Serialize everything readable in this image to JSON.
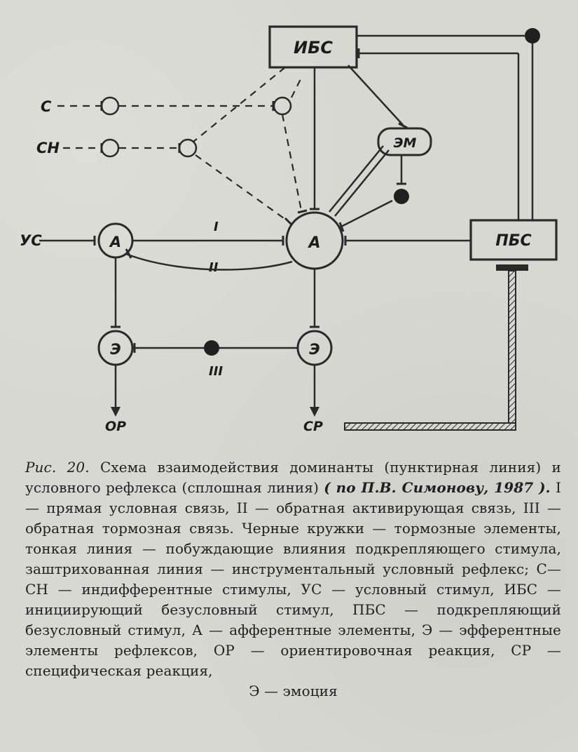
{
  "diagram": {
    "nodes": {
      "ibs": "ИБС",
      "em": "ЭМ",
      "pbs": "ПБС",
      "a_left": "А",
      "a_center": "А",
      "e_left": "Э",
      "e_right": "Э",
      "s": "С",
      "sn": "СН",
      "us": "УС",
      "or": "ОР",
      "sr": "СР"
    },
    "links": {
      "i": "I",
      "ii": "II",
      "iii": "III"
    }
  },
  "caption": {
    "figure": "Рис. 20.",
    "part1": " Схема взаимодействия доминанты (пунктирная линия) и условного рефлекса (сплошная линия) ",
    "ref": "( по П.В. Симонову, 1987 ).",
    "part2": " I — прямая условная связь, II — обратная активирующая связь, III — обратная тормозная связь. Черные кружки — тормозные элементы, тонкая линия — побуждающие влияния подкрепляющего стимула, заштрихованная линия — инструментальный условный рефлекс; С—СН — индифферентные стимулы, УС — условный стимул, ИБС — инициирующий безусловный стимул, ПБС — подкрепляющий безусловный стимул, А — афферентные элементы, Э — эфферентные элементы рефлексов, ОР — ориентировочная реакция, СР — специфическая реакция,",
    "last": "Э — эмоция"
  }
}
